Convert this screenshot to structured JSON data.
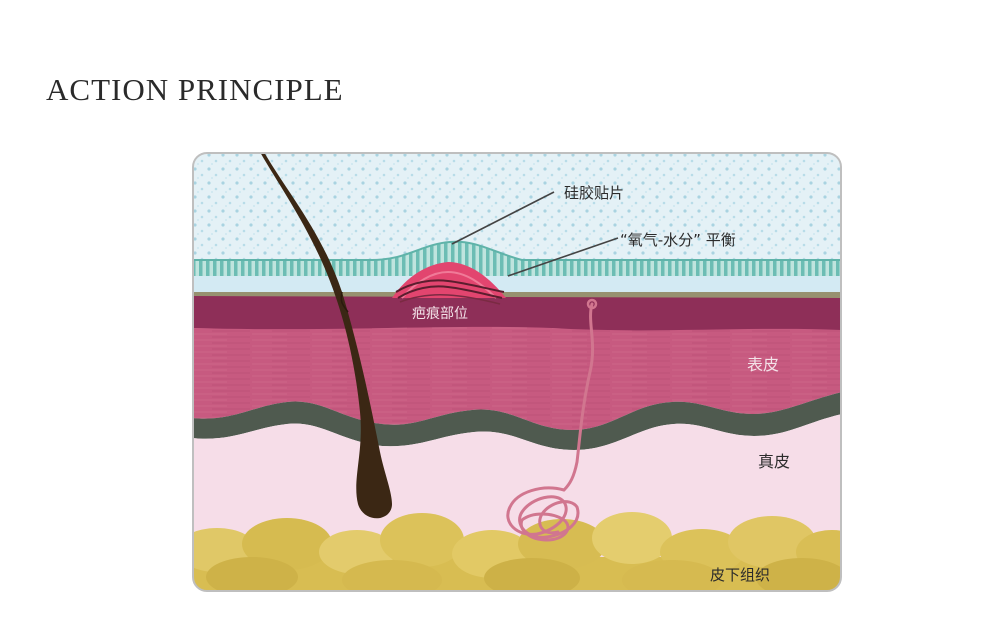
{
  "title": "ACTION PRINCIPLE",
  "diagram": {
    "labels": {
      "silicone_patch": "硅胶贴片",
      "oxygen_water_balance": "“氧气-水分” 平衡",
      "scar_site": "疤痕部位",
      "epidermis": "表皮",
      "dermis": "真皮",
      "subcutaneous": "皮下组织"
    },
    "colors": {
      "gel_layer": "#dcedf4",
      "patch_stripe": "#7cc7bf",
      "epidermis": "#c2557c",
      "epidermis_dark": "#8c2d55",
      "dermis": "#f5dbe6",
      "dark_band": "#4e5a4e",
      "fat": "#dcc25a",
      "hair": "#3a2612",
      "scar": "#e2456f"
    }
  }
}
